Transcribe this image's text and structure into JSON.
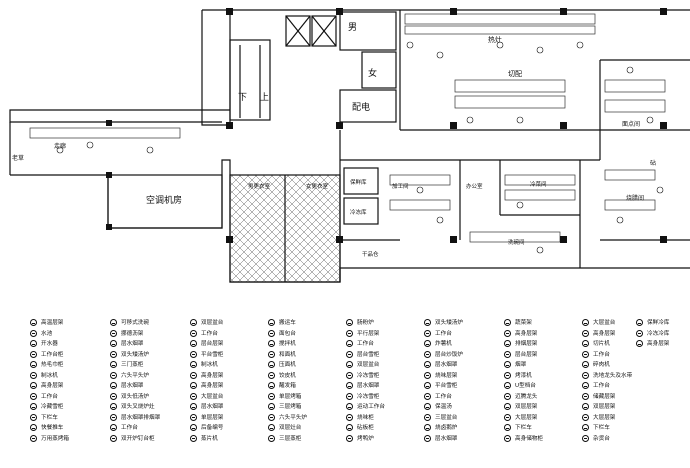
{
  "rooms": {
    "male": "男",
    "female": "女",
    "down": "下",
    "up": "上",
    "power": "配电",
    "hot_kitchen": "热灶",
    "prep": "切配",
    "dim_sum": "面点间",
    "laundry": "洗碗间",
    "corridor": "走廊",
    "old_grass": "老草",
    "ac_room": "空调机房",
    "male_locker": "男更衣室",
    "female_locker": "女更衣室",
    "fresh_store": "保鲜库",
    "process_room": "加工间",
    "cold_store": "冷冻库",
    "office": "办公室",
    "cold_dish": "冷菜间",
    "roast": "烧腊间",
    "dry_store": "干品仓",
    "pot_wash": "洗碗间",
    "chopping": "砧"
  },
  "legend": {
    "col1": [
      "高温层架",
      "水池",
      "开水器",
      "工作台柜",
      "热毛巾柜",
      "制冰机",
      "高身层架",
      "工作台",
      "冷藏雪柜",
      "下栏车",
      "快餐推车",
      "万用蒸烤箱"
    ],
    "col2": [
      "可移式洗碗",
      "挪德沥架",
      "层水烟罩",
      "双头矮汤炉",
      "三门蒸柜",
      "六头平头炉",
      "层水烟罩",
      "双头低汤炉",
      "双头叉烧炉灶",
      "层水烟罩排烟罩",
      "工作台",
      "双开炉钉台柜"
    ],
    "col3": [
      "双层盆台",
      "工作台",
      "层台层架",
      "平台雪柜",
      "制冰机",
      "高身层架",
      "高身层架",
      "大层盆台",
      "层水烟罩",
      "单层层架",
      "后备编号",
      "蒸片机"
    ],
    "col4": [
      "搬运车",
      "面包台",
      "搅拌机",
      "和面机",
      "压面机",
      "饺皮机",
      "醒发箱",
      "单层烤箱",
      "三层烤箱",
      "六头平头炉",
      "双层灶台",
      "三层蒸柜"
    ],
    "col5": [
      "肠粉炉",
      "平行层架",
      "工作台",
      "层台雪柜",
      "双层盆台",
      "冷冻雪柜",
      "层水烟罩",
      "冷冻雪柜",
      "运动工作台",
      "烧味柜",
      "砧板柜",
      "烤鸭炉"
    ],
    "col6": [
      "双头矮汤炉",
      "工作台",
      "炸薯机",
      "层台炒饭炉",
      "层水烟罩",
      "烧味层架",
      "平台雪柜",
      "工作台",
      "保温汤",
      "三层盆台",
      "烧卤鹅炉",
      "层水烟罩"
    ],
    "col7": [
      "蔬菜架",
      "高身层架",
      "排烟层架",
      "层台层架",
      "烟罩",
      "烤漆机",
      "U型档台",
      "迈腾龙头",
      "双层层架",
      "大层层架",
      "下栏车",
      "高身储物柜"
    ],
    "col8": [
      "大层盆台",
      "高身层架",
      "切片机",
      "工作台",
      "碎肉机",
      "洗地龙头及水带",
      "工作台",
      "储藏层架",
      "双层层架",
      "大层层架",
      "下栏车",
      "杂货台"
    ],
    "col9": [
      "保鲜冷库",
      "冷冻冷库",
      "高身层架"
    ]
  }
}
